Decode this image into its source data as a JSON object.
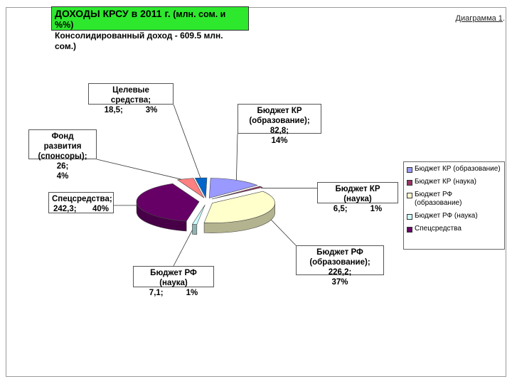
{
  "header": {
    "title_main": "ДОХОДЫ КРСУ в 2011 г.",
    "title_units": " (млн. сом. и %%)",
    "subtitle": "Консолидированный доход - 609.5 млн. сом.)",
    "diagram_label": "Диаграмма 1",
    "diagram_label_suffix": "."
  },
  "chart_data": {
    "type": "pie",
    "title": "ДОХОДЫ КРСУ в 2011 г. (млн. сом. и %%)",
    "subtitle": "Консолидированный доход - 609.5 млн. сом.)",
    "total": 609.5,
    "slices": [
      {
        "label": "Бюджет КР (образование)",
        "value": 82.8,
        "percent": 14,
        "color": "#9999ff"
      },
      {
        "label": "Бюджет КР (наука)",
        "value": 6.5,
        "percent": 1,
        "color": "#993366"
      },
      {
        "label": "Бюджет РФ (образование)",
        "value": 226.2,
        "percent": 37,
        "color": "#ffffcc"
      },
      {
        "label": "Бюджет РФ (наука)",
        "value": 7.1,
        "percent": 1,
        "color": "#ccffff"
      },
      {
        "label": "Спецсредства",
        "value": 242.3,
        "percent": 40,
        "color": "#660066"
      },
      {
        "label": "Фонд развития (спонсоры)",
        "value": 26,
        "percent": 4,
        "color": "#ff8080"
      },
      {
        "label": "Целевые средства",
        "value": 18.5,
        "percent": 3,
        "color": "#0066cc"
      }
    ],
    "callouts": [
      {
        "name": "Бюджет КР (образование)",
        "line1": "Бюджет КР",
        "line2": "(образование); 82,8;",
        "line3": "14%"
      },
      {
        "name": "Бюджет КР (наука)",
        "line1": "Бюджет КР (наука)",
        "line2": "6,5;          1%",
        "line3": ""
      },
      {
        "name": "Бюджет РФ (образование)",
        "line1": "Бюджет РФ",
        "line2": "(образование); 226,2;",
        "line3": "37%"
      },
      {
        "name": "Бюджет РФ (наука)",
        "line1": "Бюджет РФ (наука)",
        "line2": "7,1;          1%",
        "line3": ""
      },
      {
        "name": "Спецсредства",
        "line1": "Спецсредства;",
        "line2": "242,3;       40%",
        "line3": ""
      },
      {
        "name": "Фонд развития",
        "line1": "Фонд развития",
        "line2": "(спонсоры); 26;",
        "line3": "4%"
      },
      {
        "name": "Целевые средства",
        "line1": "Целевые средства;",
        "line2": "18,5;          3%",
        "line3": ""
      }
    ],
    "legend": [
      {
        "label": "Бюджет КР (образование)",
        "color": "#9999ff"
      },
      {
        "label": "Бюджет КР (наука)",
        "color": "#993366"
      },
      {
        "label": "Бюджет РФ (образование)",
        "color": "#ffffcc"
      },
      {
        "label": "Бюджет РФ (наука)",
        "color": "#ccffff"
      },
      {
        "label": "Спецсредства",
        "color": "#660066"
      }
    ],
    "legend_placement": "right"
  }
}
